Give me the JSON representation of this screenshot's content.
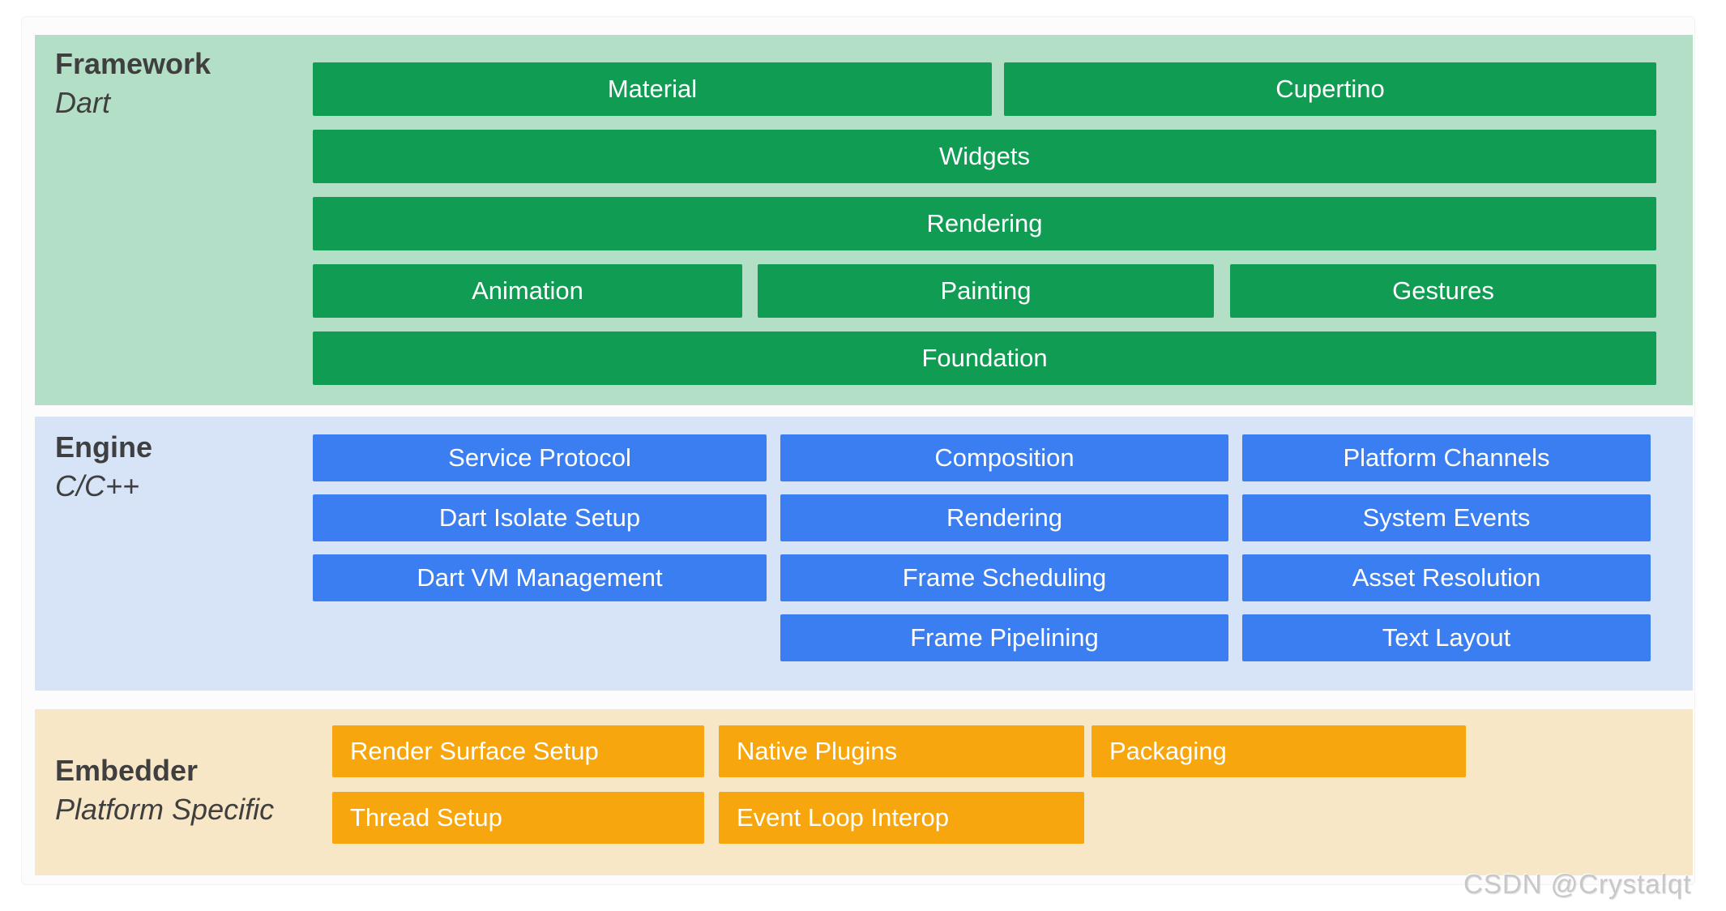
{
  "watermark": "CSDN @Crystalqt",
  "colors": {
    "framework_bar": "#109c53",
    "framework_bg": "#b2dfc6",
    "engine_bar": "#3b7ef2",
    "engine_bg": "#d7e3f7",
    "embedder_bar": "#f8a60d",
    "embedder_bg": "#f8e7c6",
    "label_text": "#3f3f3f",
    "watermark_text": "#c8c8c8"
  },
  "framework": {
    "title": "Framework",
    "subtitle": "Dart",
    "bars": {
      "material": "Material",
      "cupertino": "Cupertino",
      "widgets": "Widgets",
      "rendering": "Rendering",
      "animation": "Animation",
      "painting": "Painting",
      "gestures": "Gestures",
      "foundation": "Foundation"
    }
  },
  "engine": {
    "title": "Engine",
    "subtitle": "C/C++",
    "bars": {
      "service_protocol": "Service Protocol",
      "dart_isolate_setup": "Dart Isolate Setup",
      "dart_vm_management": "Dart VM Management",
      "composition": "Composition",
      "rendering": "Rendering",
      "frame_scheduling": "Frame Scheduling",
      "frame_pipelining": "Frame Pipelining",
      "platform_channels": "Platform Channels",
      "system_events": "System Events",
      "asset_resolution": "Asset Resolution",
      "text_layout": "Text Layout"
    }
  },
  "embedder": {
    "title": "Embedder",
    "subtitle": "Platform Specific",
    "bars": {
      "render_surface_setup": "Render Surface Setup",
      "native_plugins": "Native Plugins",
      "packaging": "Packaging",
      "thread_setup": "Thread Setup",
      "event_loop_interop": "Event Loop Interop"
    }
  }
}
